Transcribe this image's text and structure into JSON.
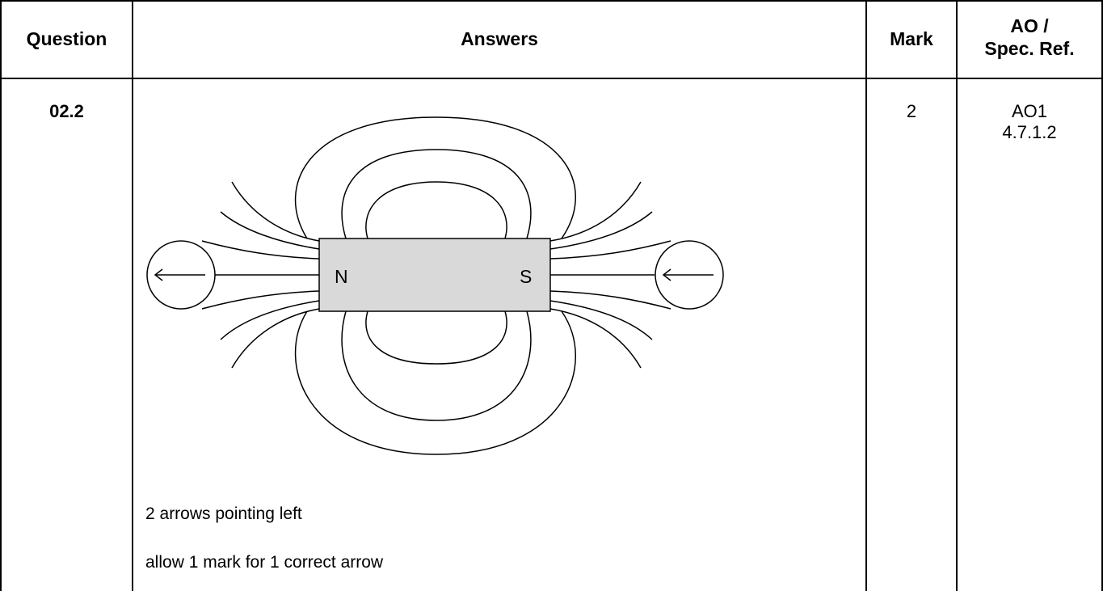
{
  "headers": {
    "question": "Question",
    "answers": "Answers",
    "mark": "Mark",
    "ao_line1": "AO /",
    "ao_line2": "Spec. Ref."
  },
  "row": {
    "question": "02.2",
    "mark": "2",
    "ao": "AO1",
    "spec_ref": "4.7.1.2",
    "answer_lines": [
      "2 arrows pointing left",
      "allow 1 mark for 1 correct arrow"
    ]
  },
  "diagram": {
    "magnet_north_label": "N",
    "magnet_south_label": "S",
    "magnet_fill": "#d9d9d9"
  }
}
